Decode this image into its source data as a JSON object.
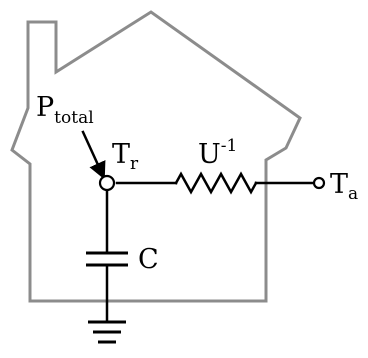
{
  "diagram": {
    "labels": {
      "power": {
        "main": "P",
        "sub": "total"
      },
      "room_temp": {
        "main": "T",
        "sub": "r"
      },
      "resistor": {
        "main": "U",
        "sup": "-1"
      },
      "ambient_temp": {
        "main": "T",
        "sub": "a"
      },
      "capacitor": "C"
    }
  },
  "colors": {
    "house": "#8c8c8c",
    "circuit": "#000000",
    "text": "#000000"
  },
  "icons": [
    "house-outline",
    "resistor",
    "capacitor",
    "ground",
    "arrow"
  ]
}
